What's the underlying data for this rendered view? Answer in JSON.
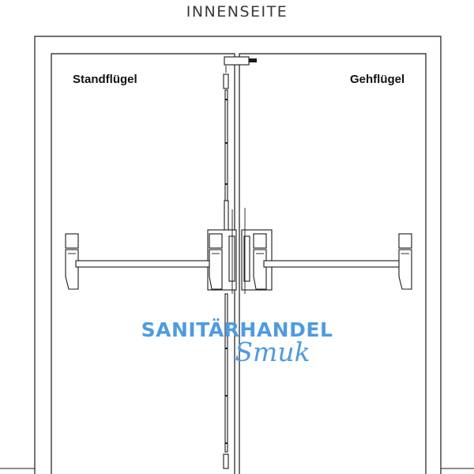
{
  "caption": "INNENSEITE",
  "labels": {
    "fixed_leaf": "Standflügel",
    "active_leaf": "Gehflügel"
  },
  "watermark": {
    "line1": "SANITÄRHANDEL",
    "line2": "Smuk",
    "color": "#4f9be0"
  },
  "colors": {
    "ink": "#1a1a1a",
    "background": "#ffffff"
  }
}
